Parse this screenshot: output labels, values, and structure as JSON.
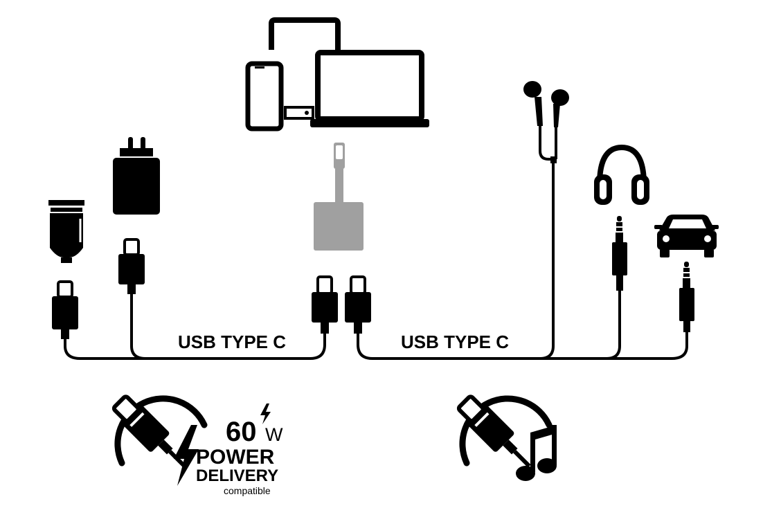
{
  "cables": {
    "left_label": "USB TYPE C",
    "right_label": "USB TYPE C"
  },
  "power_badge": {
    "wattage": "60",
    "unit": "W",
    "line1": "POWER",
    "line2": "DELIVERY",
    "line3": "compatible"
  },
  "icons": {
    "devices": "devices-icon",
    "adapter": "usb-c-adapter-icon",
    "car_charger": "car-charger-icon",
    "wall_charger": "wall-charger-icon",
    "earphones": "earphones-icon",
    "headphones": "headphones-icon",
    "car": "car-icon",
    "power_delivery": "usb-c-power-delivery-icon",
    "audio": "usb-c-audio-icon"
  },
  "colors": {
    "ink": "#000000",
    "adapter": "#a0a0a0",
    "background": "#ffffff"
  }
}
